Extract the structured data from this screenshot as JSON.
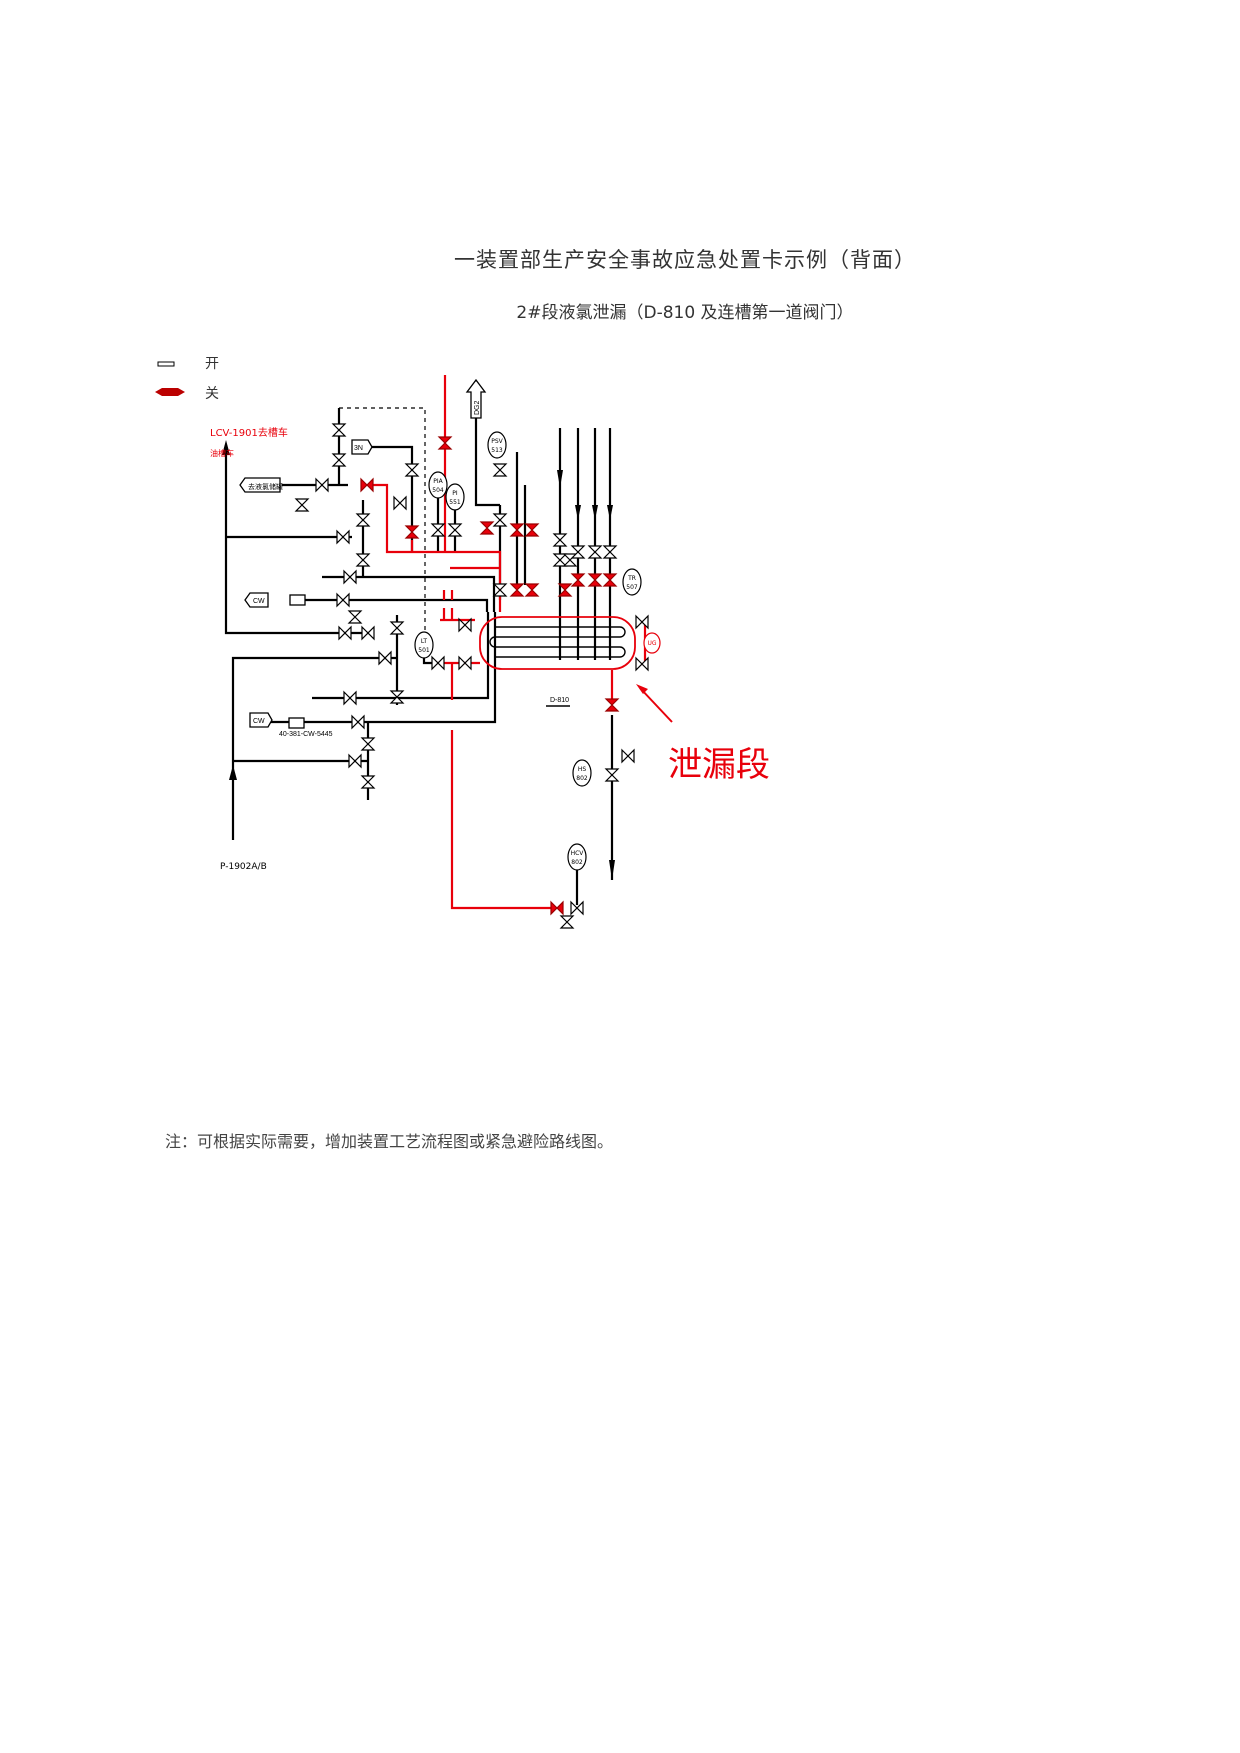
{
  "title": "一装置部生产安全事故应急处置卡示例（背面）",
  "subtitle": "2#段液氯泄漏（D-810 及连槽第一道阀门）",
  "note": "注：可根据实际需要，增加装置工艺流程图或紧急避险路线图。",
  "legend": {
    "open": "开",
    "close": "关"
  },
  "colors": {
    "closed": "#e8000b",
    "open": "#000000",
    "text": "#333333"
  },
  "diagram": {
    "lcv_label": "LCV-1901去槽车",
    "lcv_sub": "油槽车",
    "to_label": "去液氯储罐",
    "n3": "3N",
    "cw1": "CW",
    "cw2": "CW",
    "line_no": "40-381-CW-5445",
    "dg": "DG2",
    "vessel": "D-810",
    "pump": "P-1902A/B",
    "leak": "泄漏段",
    "instruments": {
      "pia": [
        "PIA",
        "504"
      ],
      "pi": [
        "PI",
        "551"
      ],
      "psv": [
        "PSV",
        "513"
      ],
      "lt": [
        "LT",
        "501"
      ],
      "tr": [
        "TR",
        "507"
      ],
      "ug": "UG",
      "hs": [
        "HS",
        "802"
      ],
      "hcv": [
        "HCV",
        "802"
      ]
    }
  }
}
